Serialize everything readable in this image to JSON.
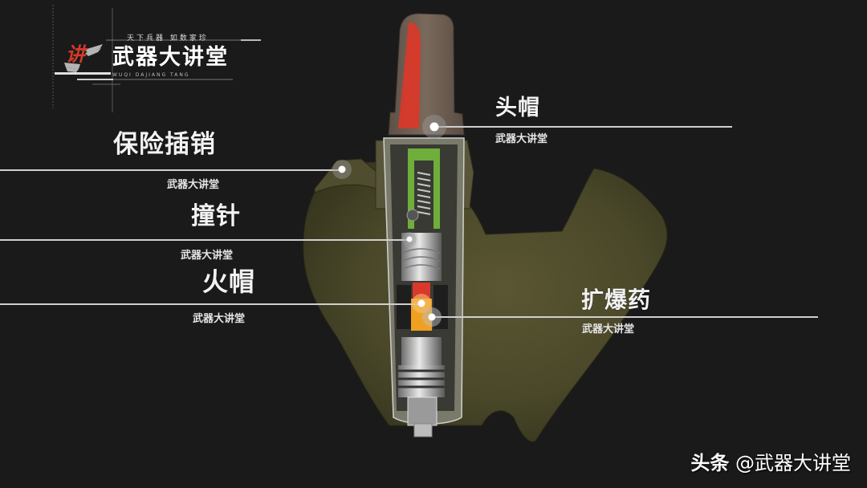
{
  "logo": {
    "slogan": "天下兵器  如数家珍",
    "title": "武器大讲堂",
    "mark_char": "讲",
    "small_code": "WUQI DAJIANG TANG"
  },
  "callouts": [
    {
      "id": "head-cap",
      "title": "头帽",
      "subtitle": "武器大讲堂"
    },
    {
      "id": "safety-pin",
      "title": "保险插销",
      "subtitle": "武器大讲堂"
    },
    {
      "id": "firing-pin",
      "title": "撞针",
      "subtitle": "武器大讲堂"
    },
    {
      "id": "primer",
      "title": "火帽",
      "subtitle": "武器大讲堂"
    },
    {
      "id": "booster-charge",
      "title": "扩爆药",
      "subtitle": "武器大讲堂"
    }
  ],
  "watermark": {
    "brand": "头条",
    "handle": "@武器大讲堂"
  },
  "colors": {
    "background": "#1a1a1a",
    "body_olive": "#4b4a2c",
    "cap_brown": "#6b5a4e",
    "safety_red": "#d8392b",
    "spring_green": "#6fae3a",
    "booster_orange": "#f0a020",
    "leader_line": "#cfcfcf"
  }
}
